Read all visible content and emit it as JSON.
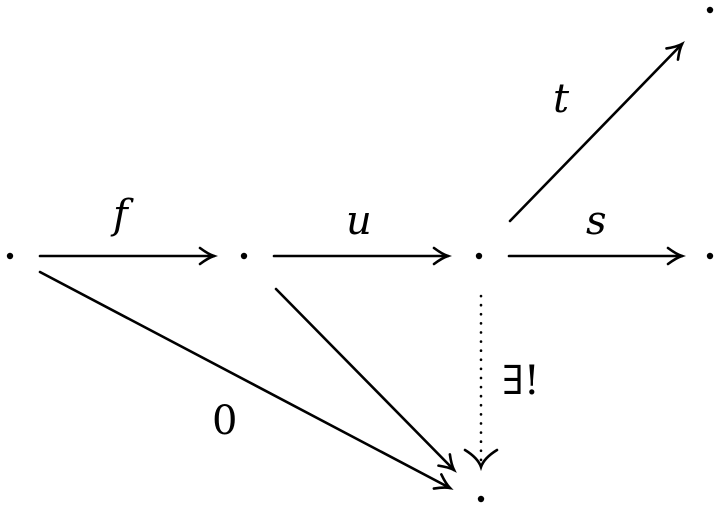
{
  "diagram": {
    "labels": {
      "f": "f",
      "u": "u",
      "t": "t",
      "s": "s",
      "zero": "0",
      "exists_unique": "∃!"
    }
  }
}
